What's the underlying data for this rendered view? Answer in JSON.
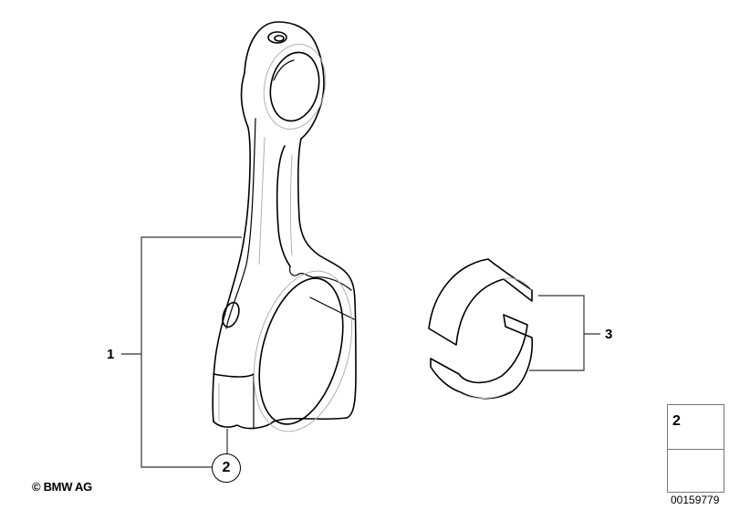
{
  "diagram": {
    "title": "Connecting rod / bearing shells parts diagram",
    "callouts": [
      {
        "id": "1",
        "label": "1",
        "part": "connecting-rod"
      },
      {
        "id": "2",
        "label": "2",
        "part": "connecting-rod-bolt"
      },
      {
        "id": "3",
        "label": "3",
        "part": "bearing-shells"
      }
    ],
    "legend": {
      "number": "2",
      "icon": "bolt-icon",
      "arrow_icon": "arrow-down-left-icon"
    },
    "copyright": "© BMW AG",
    "document_number": "00159779",
    "colors": {
      "line": "#000000",
      "detail_line": "#b0b0b0",
      "background": "#ffffff"
    }
  }
}
